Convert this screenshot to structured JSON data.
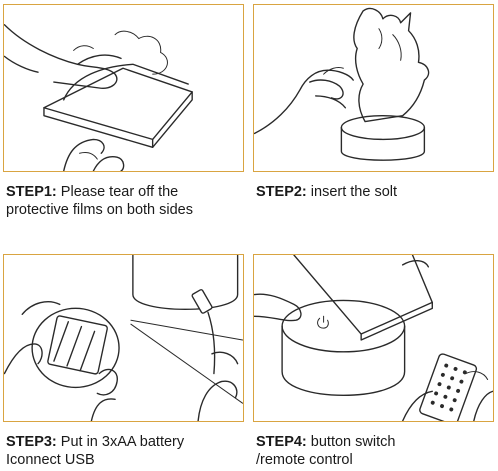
{
  "steps": [
    {
      "label": "STEP1:",
      "text": "Please tear off the",
      "text2": "protective films on both sides"
    },
    {
      "label": "STEP2:",
      "text": "insert the solt"
    },
    {
      "label": "STEP3:",
      "text": "Put in 3xAA battery",
      "text2": "Iconnect USB"
    },
    {
      "label": "STEP4:",
      "text": "button switch",
      "text2": "/remote control"
    }
  ],
  "colors": {
    "panel_border": "#d9a441",
    "line": "#2a2a2a"
  }
}
